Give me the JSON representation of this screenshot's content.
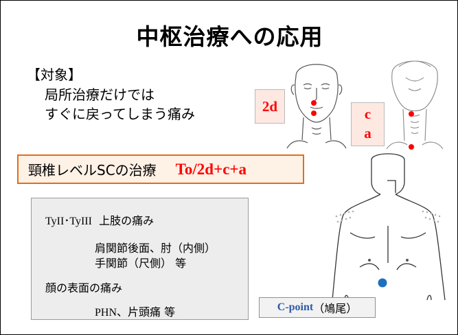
{
  "title": "中枢治療への応用",
  "target": {
    "heading": "【対象】",
    "line1": "局所治療だけでは",
    "line2": "すぐに戻ってしまう痛み"
  },
  "labels": {
    "box_2d": "2d",
    "box_c": "c",
    "box_a": "a"
  },
  "treatment": {
    "label": "頸椎レベルSCの治療",
    "formula": "To/2d+c+a"
  },
  "indications": {
    "ty_heading_latin": "TyII･TyIII",
    "ty_heading_jp": "上肢の痛み",
    "ty_detail1": "肩関節後面、肘（内側）",
    "ty_detail2": "手関節（尺側） 等",
    "face_heading": "顔の表面の痛み",
    "face_detail_latin": "PHN",
    "face_detail_jp": "、片頭痛 等"
  },
  "cpoint": {
    "name": "C-point",
    "jp": "（鳩尾）"
  },
  "colors": {
    "accent_red": "#ff0000",
    "point_blue": "#1f6fbf",
    "orange_border": "#e46c1a",
    "cpoint_text": "#2e5aa8"
  }
}
